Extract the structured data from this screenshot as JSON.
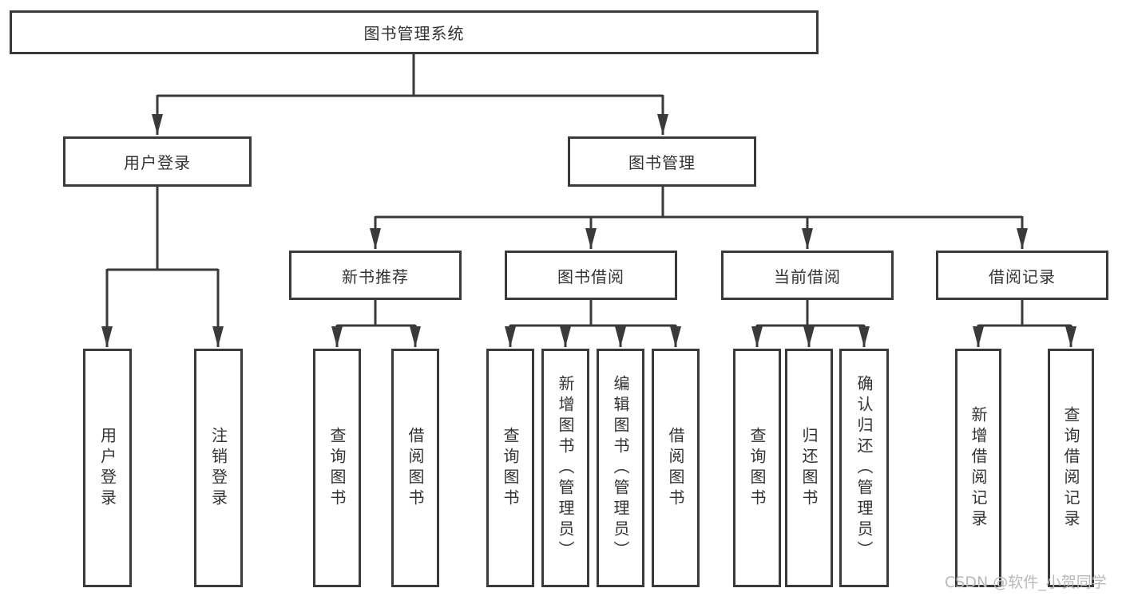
{
  "diagram": {
    "title": "图书管理系统",
    "nodes": {
      "root": {
        "label": "图书管理系统"
      },
      "level2": [
        {
          "label": "用户登录"
        },
        {
          "label": "图书管理"
        }
      ],
      "level3": [
        {
          "label": "新书推荐",
          "parent": "图书管理"
        },
        {
          "label": "图书借阅",
          "parent": "图书管理"
        },
        {
          "label": "当前借阅",
          "parent": "图书管理"
        },
        {
          "label": "借阅记录",
          "parent": "图书管理"
        }
      ],
      "leaves": [
        {
          "label": "用户登录",
          "parent": "用户登录"
        },
        {
          "label": "注销登录",
          "parent": "用户登录"
        },
        {
          "label": "查询图书",
          "parent": "新书推荐"
        },
        {
          "label": "借阅图书",
          "parent": "新书推荐"
        },
        {
          "label": "查询图书",
          "parent": "图书借阅"
        },
        {
          "label": "新增图书（管理员）",
          "parent": "图书借阅"
        },
        {
          "label": "编辑图书（管理员）",
          "parent": "图书借阅"
        },
        {
          "label": "借阅图书",
          "parent": "图书借阅"
        },
        {
          "label": "查询图书",
          "parent": "当前借阅"
        },
        {
          "label": "归还图书",
          "parent": "当前借阅"
        },
        {
          "label": "确认归还（管理员）",
          "parent": "当前借阅"
        },
        {
          "label": "新增借阅记录",
          "parent": "借阅记录"
        },
        {
          "label": "查询借阅记录",
          "parent": "借阅记录"
        }
      ]
    },
    "colors": {
      "line": "#3a3a3a",
      "box_border": "#3a3a3a",
      "box_fill": "#ffffff",
      "text": "#333333",
      "watermark": "#b9b9b9",
      "background": "#ffffff"
    }
  },
  "watermark": {
    "text": "CSDN @软件_小贺同学"
  }
}
